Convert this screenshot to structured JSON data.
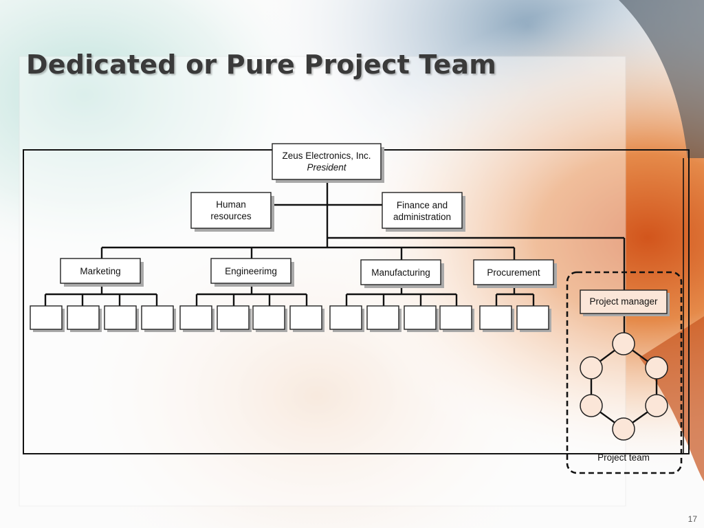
{
  "slide": {
    "title": "Dedicated or Pure Project Team",
    "page_number": "17"
  },
  "org_chart": {
    "president": {
      "line1": "Zeus Electronics, Inc.",
      "line2": "President"
    },
    "staff": [
      {
        "line1": "Human",
        "line2": "resources"
      },
      {
        "line1": "Finance and",
        "line2": "administration"
      }
    ],
    "departments": [
      {
        "label": "Marketing",
        "subunits": 4
      },
      {
        "label": "Engineerimg",
        "subunits": 4
      },
      {
        "label": "Manufacturing",
        "subunits": 4
      },
      {
        "label": "Procurement",
        "subunits": 2
      }
    ],
    "project_manager": "Project manager",
    "project_team": {
      "label": "Project team",
      "members": 6
    }
  },
  "colors": {
    "accent_orange": "#e0763a",
    "pm_fill": "#fbe6d8"
  }
}
